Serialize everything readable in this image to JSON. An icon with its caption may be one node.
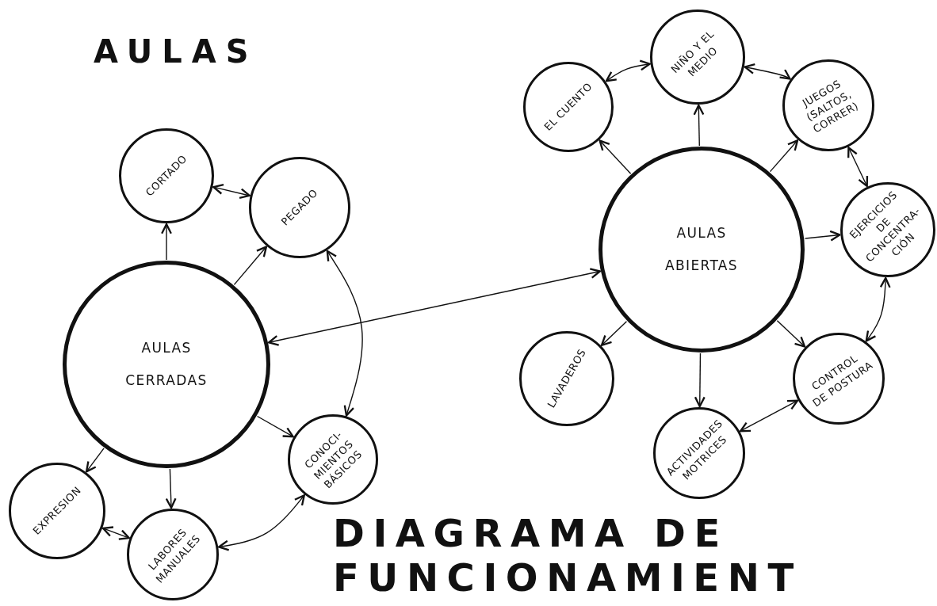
{
  "diagram": {
    "title": "DIAGRAMA DE FUNCIONAMIENT",
    "nodes": [
      {
        "text": [
          "AULAS CERRADAS"
        ]
      },
      {
        "text": [
          "CORTADO"
        ]
      },
      {
        "text": [
          "PEGADO"
        ]
      },
      {
        "text": [
          "CONOCI- MIENTOS BÁSICOS"
        ]
      },
      {
        "text": [
          "LABORES MANUALES"
        ]
      },
      {
        "text": [
          "EXPRESION"
        ]
      },
      {
        "text": [
          "AULAS ABIERTAS"
        ]
      },
      {
        "text": [
          "EL CUENTO"
        ]
      },
      {
        "text": [
          "NIÑO Y EL MEDIO"
        ]
      },
      {
        "text": [
          "JUEGOS (SALTOS, CORRER)"
        ]
      },
      {
        "text": [
          "EJERCICIOS DE CONCENTRA- CIÓN"
        ]
      },
      {
        "text": [
          "CONTROL DE POSTURA"
        ]
      },
      {
        "text": [
          "ACTIVIDADES MOTRICES"
        ]
      },
      {
        "text": [
          "LAVADEROS"
        ]
      }
    ],
    "edges": [
      {
        "from": 0,
        "to": 1,
        "arrow": "to"
      },
      {
        "from": 0,
        "to": 2,
        "arrow": "to"
      },
      {
        "from": 1,
        "to": 2,
        "arrow": "both"
      },
      {
        "from": 2,
        "to": 3,
        "arrow": "both"
      },
      {
        "from": 0,
        "to": 3,
        "arrow": "to"
      },
      {
        "from": 0,
        "to": 4,
        "arrow": "to"
      },
      {
        "from": 0,
        "to": 5,
        "arrow": "to"
      },
      {
        "from": 5,
        "to": 4,
        "arrow": "both"
      },
      {
        "from": 4,
        "to": 3,
        "arrow": "both"
      },
      {
        "from": 0,
        "to": 6,
        "arrow": "both"
      },
      {
        "from": 6,
        "to": 7,
        "arrow": "to"
      },
      {
        "from": 6,
        "to": 8,
        "arrow": "to"
      },
      {
        "from": 7,
        "to": 8,
        "arrow": "both"
      },
      {
        "from": 8,
        "to": 9,
        "arrow": "both"
      },
      {
        "from": 6,
        "to": 9,
        "arrow": "to"
      },
      {
        "from": 9,
        "to": 10,
        "arrow": "both"
      },
      {
        "from": 6,
        "to": 10,
        "arrow": "to"
      },
      {
        "from": 10,
        "to": 11,
        "arrow": "both"
      },
      {
        "from": 6,
        "to": 11,
        "arrow": "to"
      },
      {
        "from": 6,
        "to": 12,
        "arrow": "to"
      },
      {
        "from": 12,
        "to": 11,
        "arrow": "both"
      },
      {
        "from": 6,
        "to": 13,
        "arrow": "to"
      }
    ],
    "labels": [
      "AULAS"
    ]
  }
}
